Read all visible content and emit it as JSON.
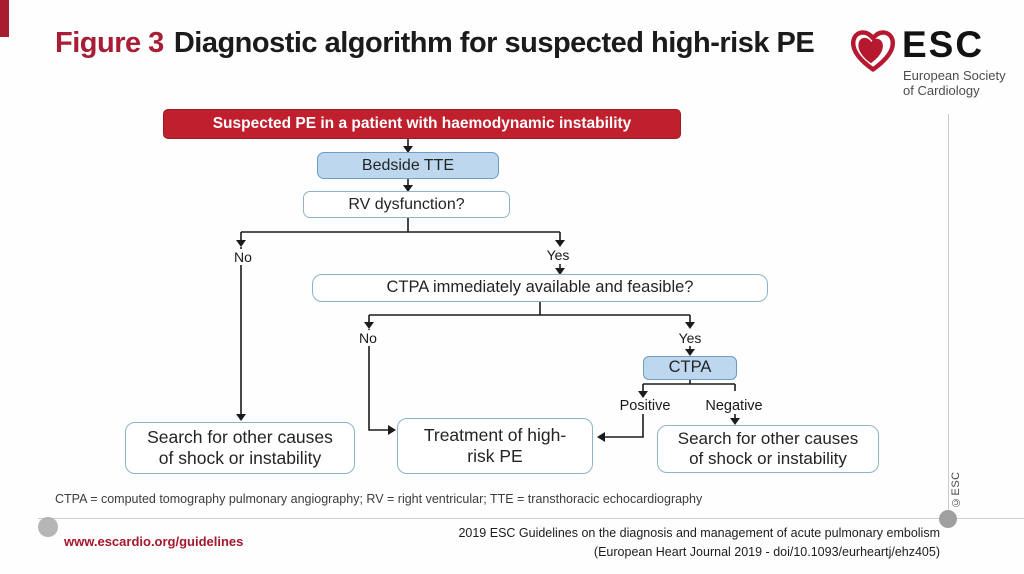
{
  "header": {
    "figure_label": "Figure 3",
    "title": "Diagnostic algorithm for suspected high-risk PE"
  },
  "logo": {
    "abbr": "ESC",
    "name_line1": "European Society",
    "name_line2": "of Cardiology"
  },
  "flowchart": {
    "start_box": "Suspected PE in a patient with haemodynamic instability",
    "bedside_tte_box": "Bedside TTE",
    "rv_question_box": "RV dysfunction?",
    "ctpa_question_box": "CTPA immediately available and feasible?",
    "ctpa_box": "CTPA",
    "search_left_box": {
      "line1": "Search for other causes",
      "line2": "of shock or instability"
    },
    "treatment_box": {
      "line1": "Treatment of high-",
      "line2": "risk PE"
    },
    "search_right_box": {
      "line1": "Search for other causes",
      "line2": "of shock or instability"
    },
    "branch_rv": {
      "no": "No",
      "yes": "Yes"
    },
    "branch_ctpa_availability": {
      "no": "No",
      "yes": "Yes"
    },
    "branch_ctpa_result": {
      "positive": "Positive",
      "negative": "Negative"
    }
  },
  "footnote": "CTPA = computed tomography pulmonary angiography; RV = right ventricular; TTE = transthoracic echocardiography",
  "copyright_vertical": "©ESC",
  "footer": {
    "website": "www.escardio.org/guidelines",
    "citation_line1": "2019 ESC Guidelines on the diagnosis and management of acute pulmonary embolism",
    "citation_line2": "(European Heart Journal 2019 - doi/10.1093/eurheartj/ehz405)"
  },
  "colors": {
    "brand_red": "#c0202e",
    "title_red": "#a81e35",
    "light_blue_fill": "#bdd7ef",
    "blue_border": "#6f9cc2",
    "white_box_border": "#8db3cb"
  }
}
